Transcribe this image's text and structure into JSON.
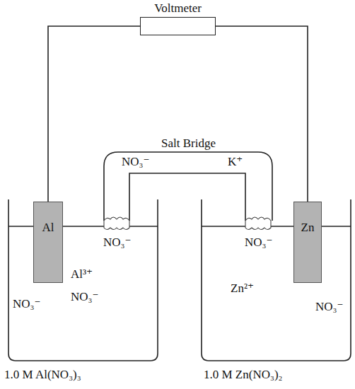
{
  "diagram": {
    "nodes": [
      {
        "text": [
          "Voltmeter"
        ]
      },
      {
        "text": [
          "Al"
        ]
      },
      {
        "text": [
          "Zn"
        ]
      }
    ],
    "edges": [
      {
        "from": 0,
        "to": 1,
        "arrow": "none"
      },
      {
        "from": 0,
        "to": 2,
        "arrow": "none"
      }
    ],
    "labels": [
      "Salt Bridge",
      "NO₃⁻",
      "K⁺",
      "NO₃⁻",
      "Al³⁺",
      "NO₃⁻",
      "NO₃⁻",
      "NO₃⁻",
      "Zn²⁺",
      "NO₃⁻",
      "1.0 M Al(NO₃)₃",
      "1.0 M Zn(NO₃)₂"
    ]
  }
}
